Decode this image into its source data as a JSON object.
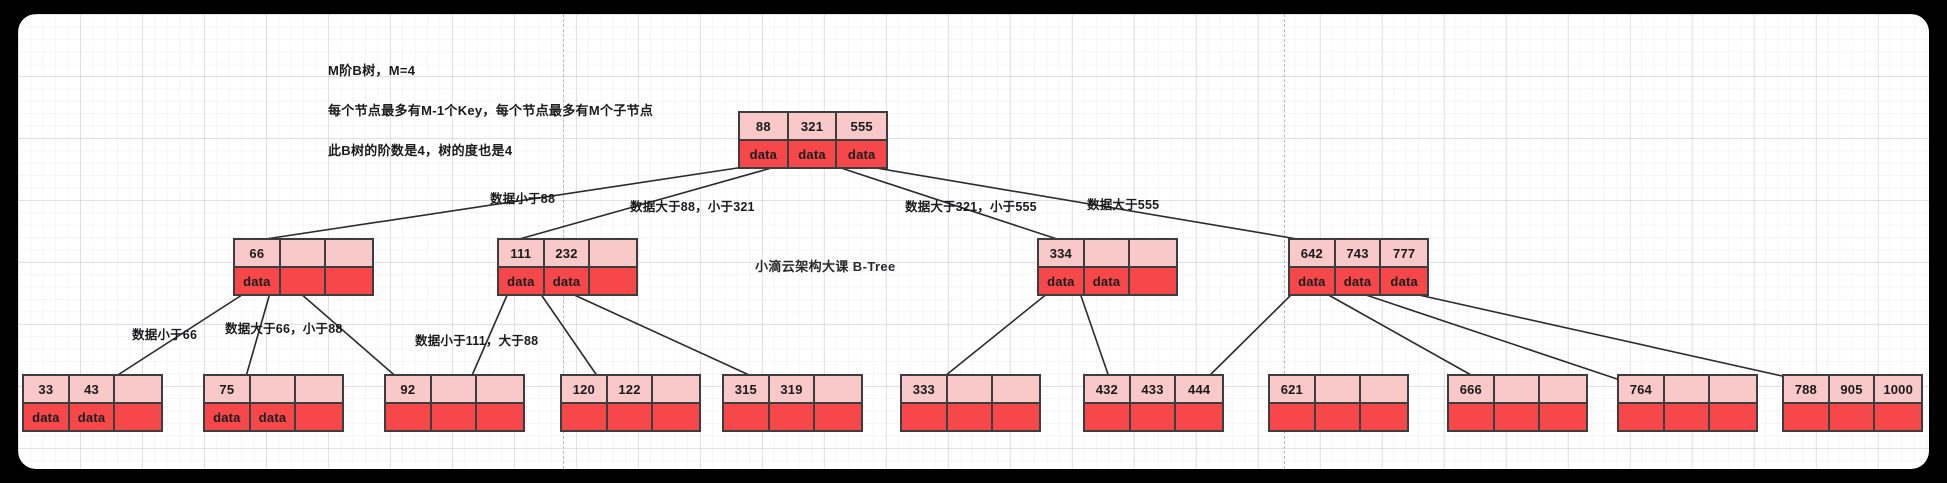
{
  "canvas": {
    "background_color": "#000000",
    "paper_color": "#ffffff",
    "grid_color": "#7878a0",
    "guide_color": "#aaaaaa"
  },
  "theme": {
    "key_cell_color": "#f9c9ca",
    "data_cell_color": "#f6474b",
    "border_color": "#3d3d3d",
    "edge_color": "#2b2b2b",
    "text_color": "#1b1b1b"
  },
  "notes": [
    {
      "text": "M阶B树，M=4"
    },
    {
      "text": "每个节点最多有M-1个Key，每个节点最多有M个子节点"
    },
    {
      "text": "此B树的阶数是4，树的度也是4"
    }
  ],
  "watermark": {
    "text": "小滴云架构大课  B-Tree"
  },
  "data_label": "data",
  "tree": {
    "root": {
      "id": "root",
      "keys": [
        "88",
        "321",
        "555"
      ],
      "datas": [
        "data",
        "data",
        "data"
      ],
      "slots": 3
    },
    "level2": [
      {
        "id": "n-66",
        "keys": [
          "66"
        ],
        "datas": [
          "data"
        ],
        "slots": 3
      },
      {
        "id": "n-111",
        "keys": [
          "111",
          "232"
        ],
        "datas": [
          "data",
          "data"
        ],
        "slots": 3
      },
      {
        "id": "n-334",
        "keys": [
          "334"
        ],
        "datas": [
          "data",
          "data"
        ],
        "slots": 3
      },
      {
        "id": "n-642",
        "keys": [
          "642",
          "743",
          "777"
        ],
        "datas": [
          "data",
          "data",
          "data"
        ],
        "slots": 3
      }
    ],
    "leaves": [
      {
        "id": "lf-33",
        "keys": [
          "33",
          "43"
        ],
        "datas": [
          "data",
          "data"
        ],
        "slots": 3
      },
      {
        "id": "lf-75",
        "keys": [
          "75"
        ],
        "datas": [
          "data",
          "data"
        ],
        "slots": 3
      },
      {
        "id": "lf-92",
        "keys": [
          "92"
        ],
        "datas": [],
        "slots": 3
      },
      {
        "id": "lf-120",
        "keys": [
          "120",
          "122"
        ],
        "datas": [],
        "slots": 3
      },
      {
        "id": "lf-315",
        "keys": [
          "315",
          "319"
        ],
        "datas": [],
        "slots": 3
      },
      {
        "id": "lf-333",
        "keys": [
          "333"
        ],
        "datas": [],
        "slots": 3
      },
      {
        "id": "lf-432",
        "keys": [
          "432",
          "433",
          "444"
        ],
        "datas": [],
        "slots": 3
      },
      {
        "id": "lf-621",
        "keys": [
          "621"
        ],
        "datas": [],
        "slots": 3
      },
      {
        "id": "lf-666",
        "keys": [
          "666"
        ],
        "datas": [],
        "slots": 3
      },
      {
        "id": "lf-764",
        "keys": [
          "764"
        ],
        "datas": [],
        "slots": 3
      },
      {
        "id": "lf-788",
        "keys": [
          "788",
          "905",
          "1000"
        ],
        "datas": [],
        "slots": 3
      }
    ]
  },
  "edge_labels": [
    {
      "id": "el-lt88",
      "text": "数据小于88"
    },
    {
      "id": "el-88-321",
      "text": "数据大于88，小于321"
    },
    {
      "id": "el-321-555",
      "text": "数据大于321，小于555"
    },
    {
      "id": "el-gt555",
      "text": "数据大于555"
    },
    {
      "id": "el-lt66",
      "text": "数据小于66"
    },
    {
      "id": "el-66-88",
      "text": "数据大于66，小于88"
    },
    {
      "id": "el-lt111-gt88",
      "text": "数据小于111，大于88"
    }
  ]
}
